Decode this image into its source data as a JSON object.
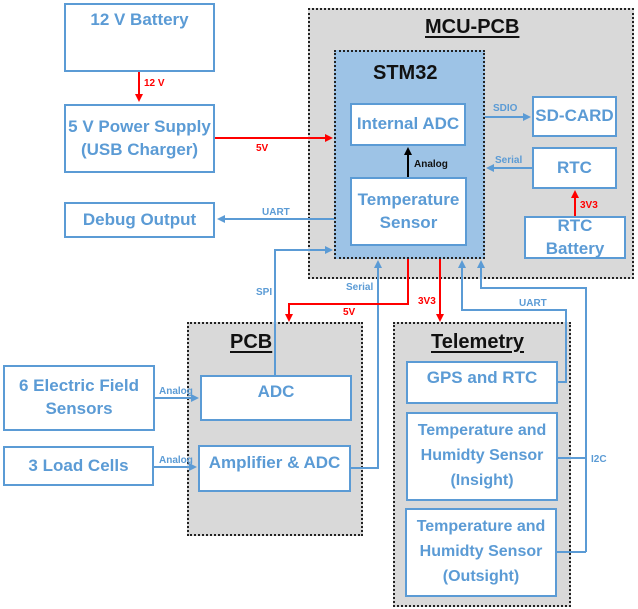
{
  "groups": {
    "mcu_pcb": "MCU-PCB",
    "stm32": "STM32",
    "pcb": "PCB",
    "telemetry": "Telemetry"
  },
  "blocks": {
    "battery_12v": "12 V Battery",
    "power_supply": "5 V Power Supply\n(USB Charger)",
    "debug_output": "Debug Output",
    "internal_adc": "Internal ADC",
    "temperature_sensor": "Temperature\nSensor",
    "sd_card": "SD-CARD",
    "rtc": "RTC",
    "rtc_battery": "RTC Battery",
    "adc": "ADC",
    "amplifier_adc": "Amplifier & ADC",
    "electric_field_sensors": "6 Electric Field\nSensors",
    "load_cells": "3 Load Cells",
    "gps_rtc": "GPS and RTC",
    "th_insight": "Temperature and\nHumidty Sensor\n(Insight)",
    "th_outsight": "Temperature and\nHumidty Sensor\n(Outsight)"
  },
  "labels": {
    "v12": "12 V",
    "v5_main": "5V",
    "sdio": "SDIO",
    "serial_rtc": "Serial",
    "analog_internal": "Analog",
    "v3v3_rtc": "3V3",
    "uart_debug": "UART",
    "spi": "SPI",
    "serial_amp": "Serial",
    "v5_pcb": "5V",
    "v3v3_tel": "3V3",
    "uart_gps": "UART",
    "analog_efs": "Analog",
    "analog_lc": "Analog",
    "i2c": "I2C"
  },
  "colors": {
    "signal": "#5b9bd5",
    "power": "#ff0000",
    "internal": "#000000",
    "group_fill": "#d9d9d9",
    "mcu_fill": "#9dc3e6"
  }
}
